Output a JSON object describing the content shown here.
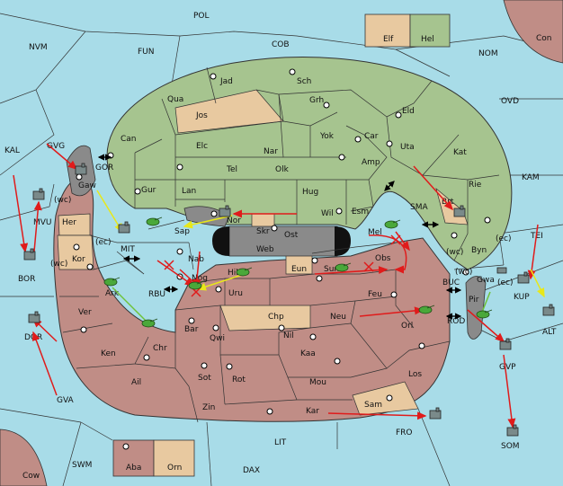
{
  "colors": {
    "sea": "#a8dce8",
    "green_power": "#a6c48f",
    "red_power": "#c08d86",
    "neutral": "#e8c9a0",
    "grey_power": "#8a8a8a",
    "order_move": "#e01b1b",
    "order_support": "#e8e81a",
    "order_convoy": "#6fc23a"
  },
  "labels": {
    "POL": "POL",
    "Elf": "Elf",
    "Hel": "Hel",
    "Con": "Con",
    "NVM": "NVM",
    "FUN": "FUN",
    "COB": "COB",
    "NOM": "NOM",
    "OVD": "OVD",
    "KAL": "KAL",
    "GVG": "GVG",
    "GOR": "GOR",
    "MVU": "MVU",
    "BOR": "BOR",
    "MIT": "MIT",
    "RBU": "RBU",
    "DQR": "DQR",
    "GVA": "GVA",
    "SWM": "SWM",
    "Cow": "Cow",
    "Aba": "Aba",
    "Orn": "Orn",
    "LIT": "LIT",
    "DAX": "DAX",
    "FRO": "FRO",
    "SOM": "SOM",
    "GVP": "GVP",
    "ALT": "ALT",
    "KUP": "KUP",
    "TEI": "TEI",
    "BUC": "BUC",
    "ROD": "ROD",
    "KAM": "KAM",
    "SMA": "SMA",
    "Jad": "Jad",
    "Sch": "Sch",
    "Qua": "Qua",
    "Jos": "Jos",
    "Grh": "Grh",
    "Eld": "Eld",
    "Can": "Can",
    "Yok": "Yok",
    "Car": "Car",
    "Elc": "Elc",
    "Nar": "Nar",
    "Uta": "Uta",
    "Kat": "Kat",
    "Tel": "Tel",
    "Olk": "Olk",
    "Amp": "Amp",
    "Gur": "Gur",
    "Hug": "Hug",
    "Rie": "Rie",
    "Lan": "Lan",
    "Brt": "Brt",
    "Wil": "Wil",
    "Esm": "Esm",
    "Gaw": "Gaw",
    "Nor": "Nor",
    "Skr": "Skr",
    "Sap": "Sap",
    "Ost": "Ost",
    "Web": "Web",
    "Mel": "Mel",
    "Her": "Her",
    "Kor": "Kor",
    "Nab": "Nab",
    "Eun": "Eun",
    "Sun": "Sun",
    "Obs": "Obs",
    "Byn": "Byn",
    "Gwa": "Gwa",
    "Ark": "Ark",
    "Nog": "Nog",
    "Hil": "Hil",
    "Uru": "Uru",
    "Feu": "Feu",
    "Pir": "Pir",
    "Ver": "Ver",
    "Chp": "Chp",
    "Neu": "Neu",
    "Orl": "Orl",
    "Bar": "Bar",
    "Qwi": "Qwi",
    "Nil": "Nil",
    "Ken": "Ken",
    "Chr": "Chr",
    "Kaa": "Kaa",
    "Los": "Los",
    "Ail": "Ail",
    "Sot": "Sot",
    "Rot": "Rot",
    "Mou": "Mou",
    "Zin": "Zin",
    "Sam": "Sam",
    "Kar": "Kar",
    "wc": "(wc)",
    "ec": "(ec)"
  }
}
